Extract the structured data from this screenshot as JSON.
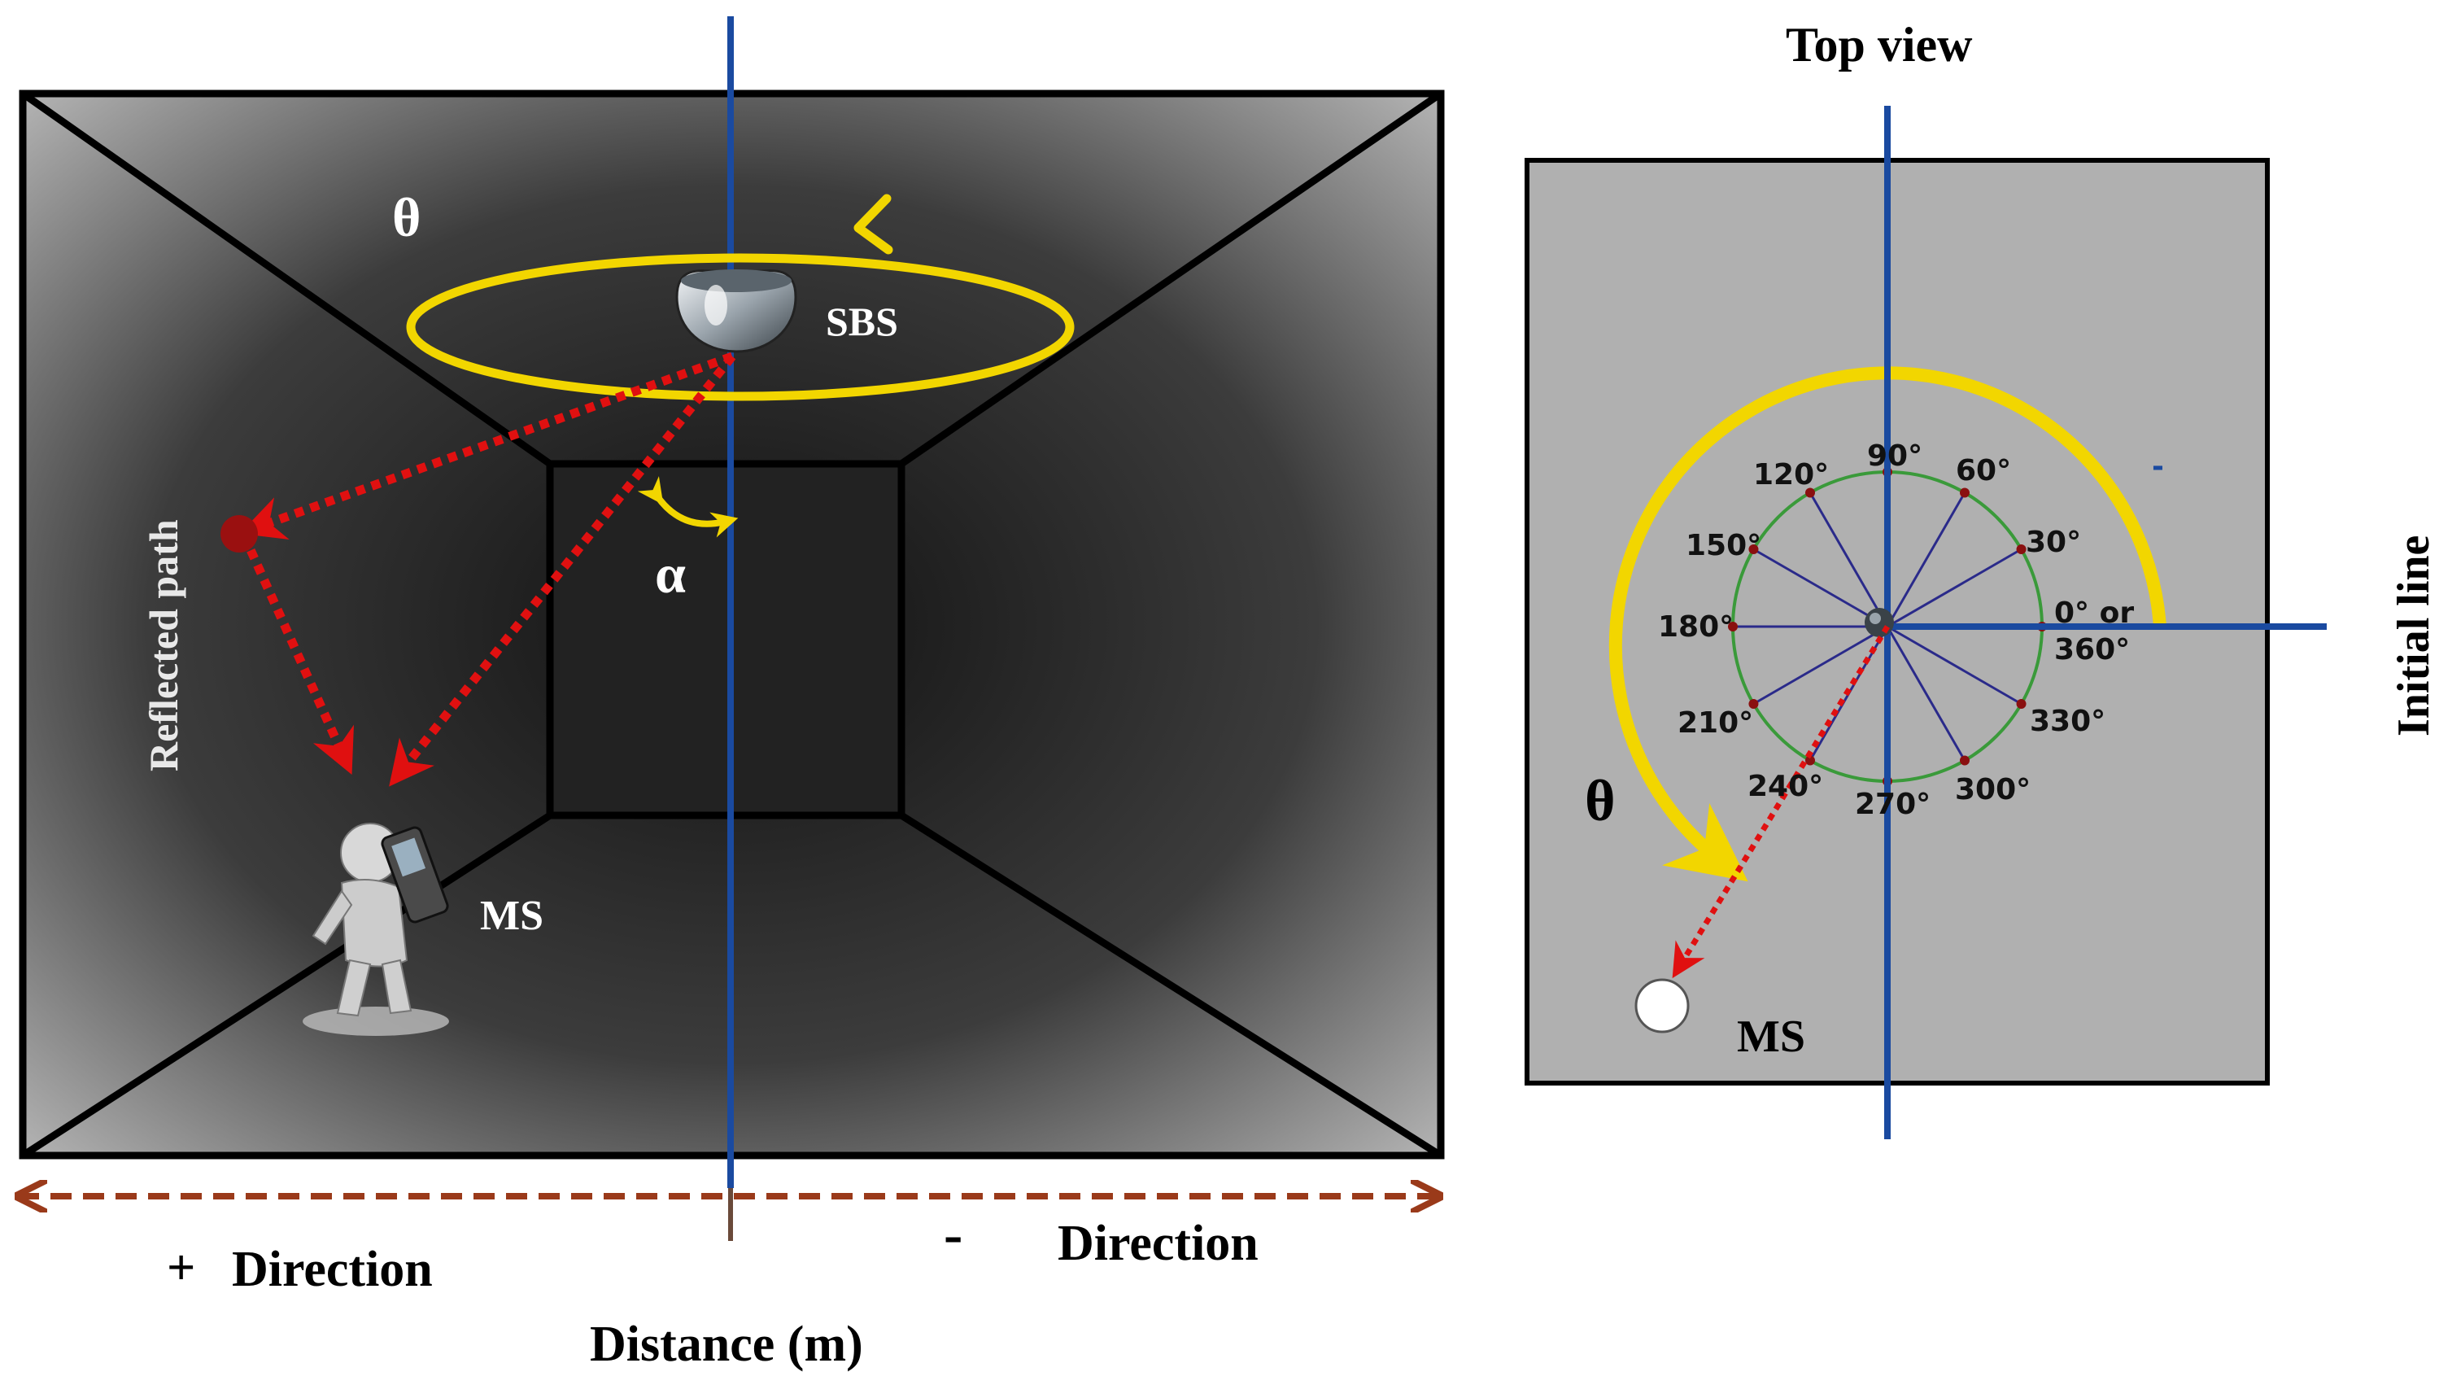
{
  "room": {
    "theta": "θ",
    "sbs_label": "SBS",
    "alpha": "α",
    "reflected_path": "Reflected path",
    "ms_label": "MS"
  },
  "axis": {
    "plus_sign": "+",
    "plus_direction": "Direction",
    "minus_sign": "-",
    "minus_direction": "Direction",
    "distance_label": "Distance (m)"
  },
  "top_view": {
    "title": "Top view",
    "initial_line": "Initial line",
    "theta": "θ",
    "ms_label": "MS",
    "small_mark": "-",
    "angles": {
      "a0": "0° or",
      "a360": "360°",
      "a30": "30°",
      "a60": "60°",
      "a90": "90°",
      "a120": "120°",
      "a150": "150°",
      "a180": "180°",
      "a210": "210°",
      "a240": "240°",
      "a270": "270°",
      "a300": "300°",
      "a330": "330°"
    }
  },
  "colors": {
    "yellow": "#f2d600",
    "red_path": "#e01010",
    "blue_axis": "#1a4aa0",
    "brown_arrow": "#9a3a1a",
    "green_circle": "#3a9a3a",
    "spoke": "#2a2a8a"
  }
}
